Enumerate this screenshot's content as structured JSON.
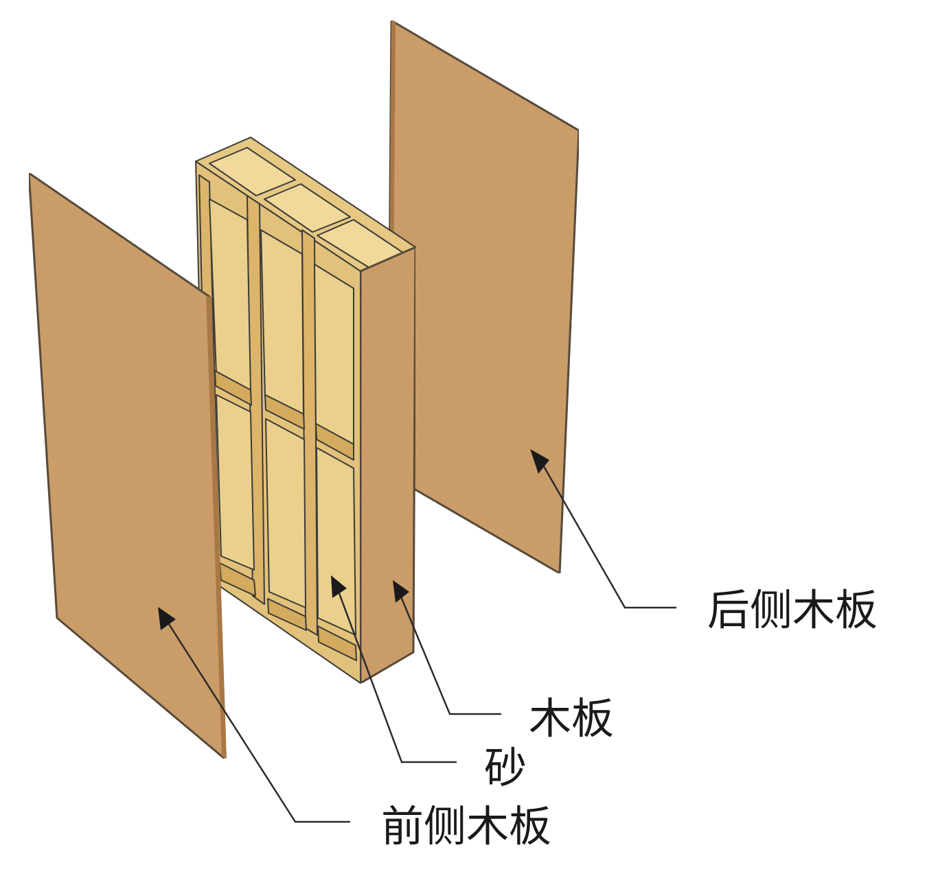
{
  "diagram": {
    "labels": {
      "back_board": "后侧木板",
      "board": "木板",
      "sand": "砂",
      "front_board": "前侧木板"
    },
    "colors": {
      "board": "#cf9f68",
      "board_dark": "#b9864f",
      "frame_light": "#f0d99a",
      "frame_mid": "#e2c27a",
      "frame_face": "#ead08c",
      "outline": "#2a2a2a"
    }
  }
}
